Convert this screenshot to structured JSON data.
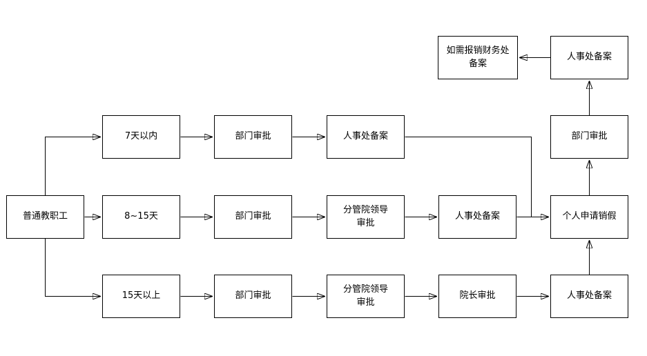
{
  "flowchart": {
    "description_hint": "",
    "colors": {
      "background": "#ffffff",
      "line": "#000000",
      "box_border": "#000000",
      "box_fill": "#ffffff",
      "text": "#000000"
    },
    "nodes": {
      "start": {
        "label": "普通教职工"
      },
      "leave_7d": {
        "label": "7天以内"
      },
      "dept_approval_7d": {
        "label": "部门审批"
      },
      "hr_record_7d": {
        "label": "人事处备案"
      },
      "leave_8_15d": {
        "label": "8~15天"
      },
      "dept_approval_8_15d": {
        "label": "部门审批"
      },
      "vice_dean_approval_8_15d": {
        "label": "分管院领导审批"
      },
      "hr_record_8_15d": {
        "label": "人事处备案"
      },
      "leave_15d_plus": {
        "label": "15天以上"
      },
      "dept_approval_15d": {
        "label": "部门审批"
      },
      "vice_dean_approval_15d": {
        "label": "分管院领导审批"
      },
      "dean_approval_15d": {
        "label": "院长审批"
      },
      "hr_record_15d": {
        "label": "人事处备案"
      },
      "cancel_request": {
        "label": "个人申请销假"
      },
      "dept_approval_cancel": {
        "label": "部门审批"
      },
      "hr_record_cancel": {
        "label": "人事处备案"
      },
      "finance_record": {
        "label": "如需报销财务处备案"
      }
    },
    "edges": [
      {
        "from": "start",
        "to": "leave_7d"
      },
      {
        "from": "start",
        "to": "leave_8_15d"
      },
      {
        "from": "start",
        "to": "leave_15d_plus"
      },
      {
        "from": "leave_7d",
        "to": "dept_approval_7d"
      },
      {
        "from": "dept_approval_7d",
        "to": "hr_record_7d"
      },
      {
        "from": "hr_record_7d",
        "to": "cancel_request"
      },
      {
        "from": "leave_8_15d",
        "to": "dept_approval_8_15d"
      },
      {
        "from": "dept_approval_8_15d",
        "to": "vice_dean_approval_8_15d"
      },
      {
        "from": "vice_dean_approval_8_15d",
        "to": "hr_record_8_15d"
      },
      {
        "from": "hr_record_8_15d",
        "to": "cancel_request"
      },
      {
        "from": "leave_15d_plus",
        "to": "dept_approval_15d"
      },
      {
        "from": "dept_approval_15d",
        "to": "vice_dean_approval_15d"
      },
      {
        "from": "vice_dean_approval_15d",
        "to": "dean_approval_15d"
      },
      {
        "from": "dean_approval_15d",
        "to": "hr_record_15d"
      },
      {
        "from": "hr_record_15d",
        "to": "cancel_request"
      },
      {
        "from": "cancel_request",
        "to": "dept_approval_cancel"
      },
      {
        "from": "dept_approval_cancel",
        "to": "hr_record_cancel"
      },
      {
        "from": "hr_record_cancel",
        "to": "finance_record"
      }
    ]
  }
}
